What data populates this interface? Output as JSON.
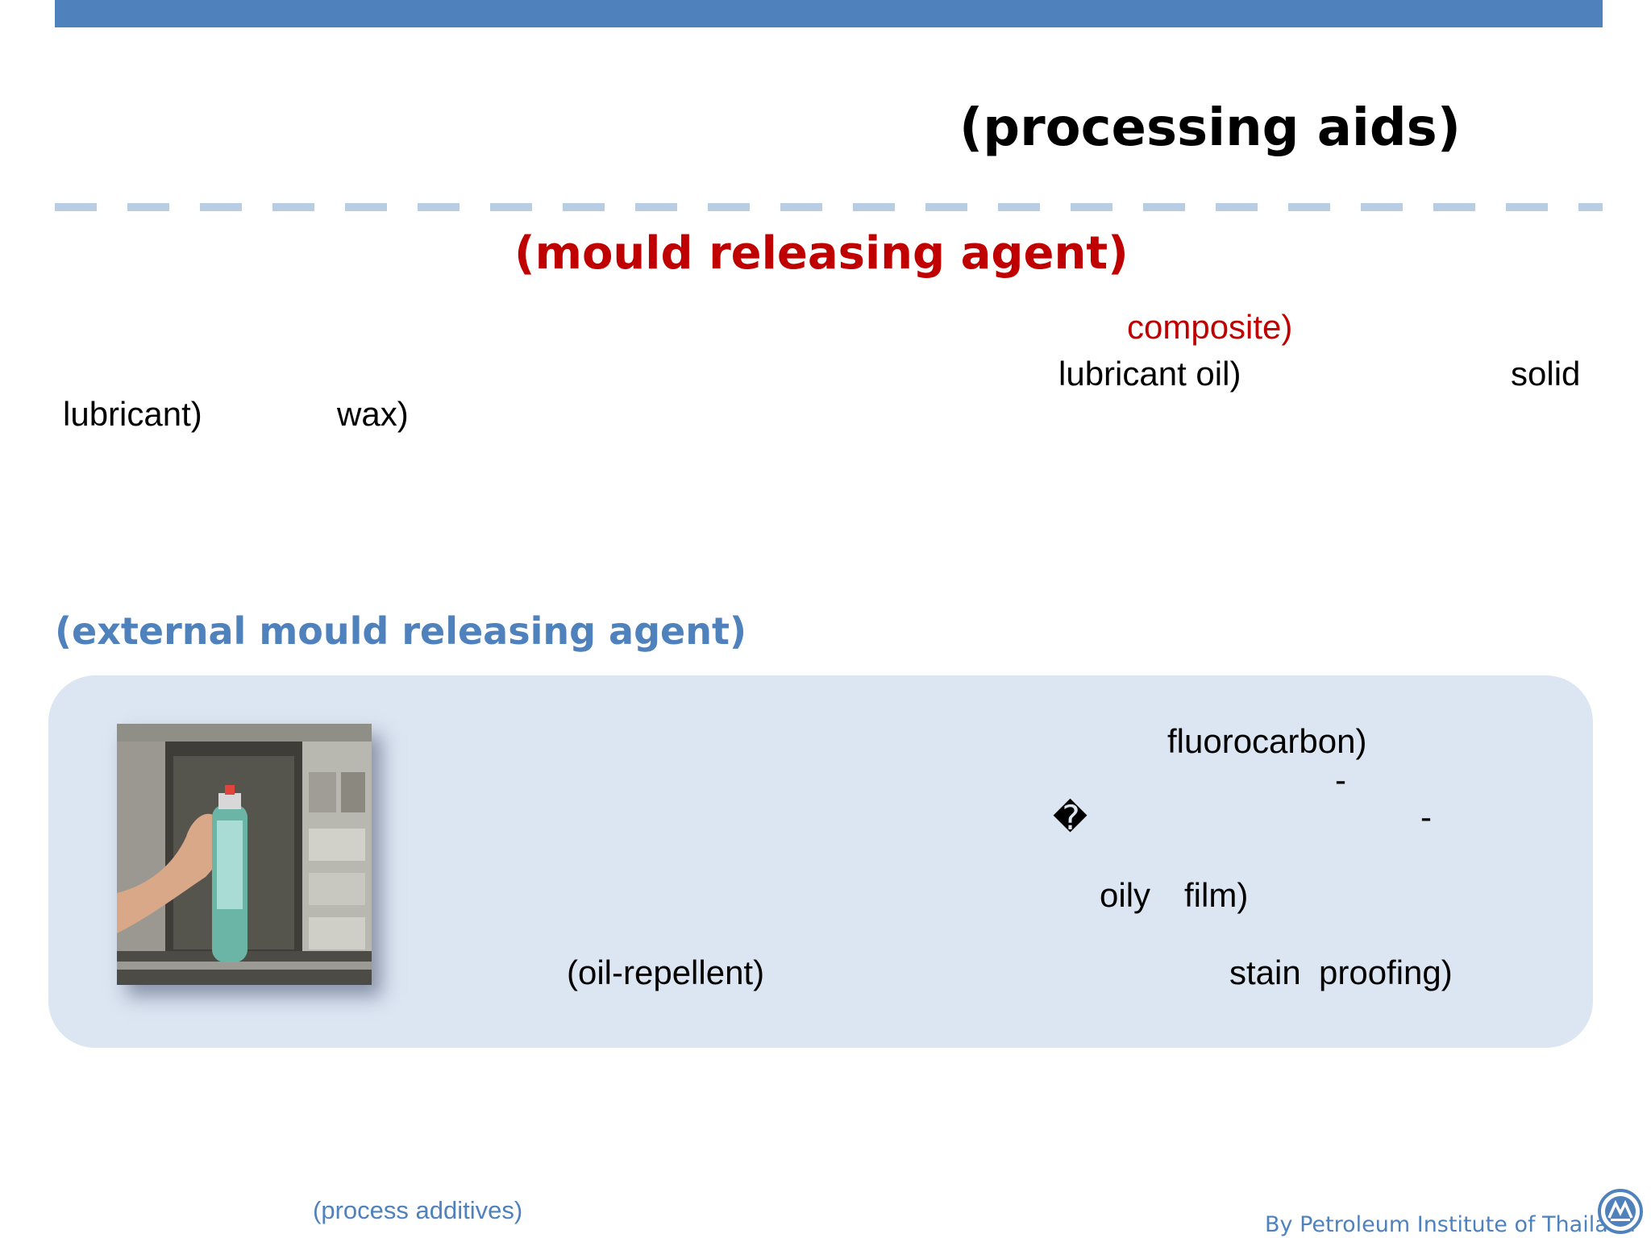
{
  "slide": {
    "title": "(processing aids)",
    "subtitle": "(mould releasing agent)",
    "intro": {
      "composite": "composite)",
      "lubricant_oil": "lubricant oil)",
      "solid": "solid",
      "lubricant": "lubricant)",
      "wax": "wax)"
    },
    "external_heading": "(external mould releasing agent)",
    "panel": {
      "fluorocarbon": "fluorocarbon)",
      "dash_a": "-",
      "bullet": "�",
      "dash_b": "-",
      "oily": "oily",
      "film": "film)",
      "oil_repellent": "(oil-repellent)",
      "stain": "stain",
      "proofing": "proofing)"
    },
    "footer": {
      "left": "(process additives)",
      "right": "By Petroleum Institute of Thailand"
    },
    "colors": {
      "accent_blue": "#4f81bd",
      "accent_red": "#c00000",
      "panel_bg": "#dce5f2",
      "dash_color": "#b8cce4"
    },
    "icons": {
      "logo": "petroleum-institute-logo-icon",
      "photo": "spray-can-mould-photo"
    }
  }
}
